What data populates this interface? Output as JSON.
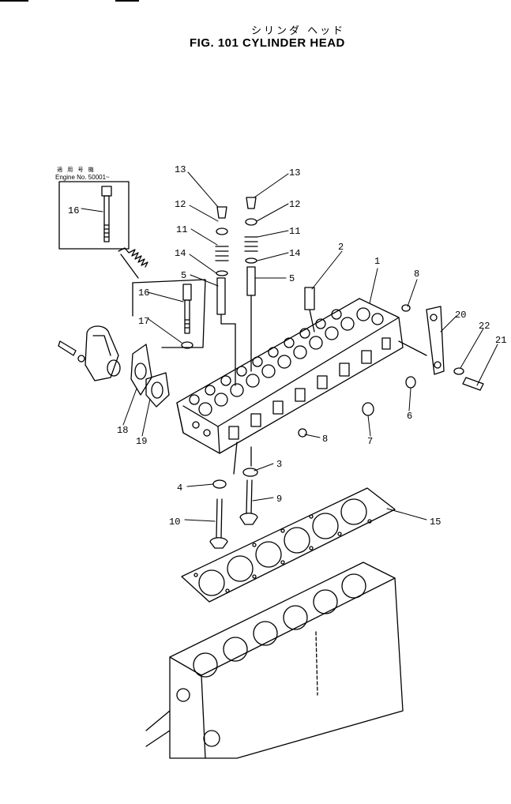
{
  "header": {
    "title_jp": "シリンダ ヘッド",
    "title": "FIG. 101   CYLINDER HEAD"
  },
  "applicability": {
    "jp": "適 用 号 機",
    "engine": "Engine No. 50001~"
  },
  "callouts": [
    "1",
    "2",
    "3",
    "4",
    "5",
    "5",
    "6",
    "7",
    "8",
    "8",
    "9",
    "10",
    "11",
    "11",
    "12",
    "12",
    "13",
    "13",
    "14",
    "14",
    "15",
    "16",
    "16",
    "17",
    "18",
    "19",
    "20",
    "21",
    "22"
  ]
}
